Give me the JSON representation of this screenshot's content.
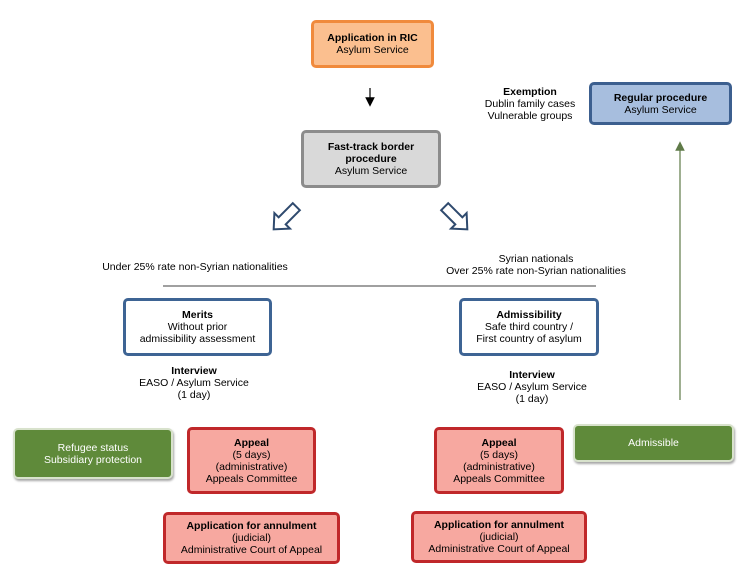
{
  "application": {
    "title": "Application in RIC",
    "sub": "Asylum Service"
  },
  "fasttrack": {
    "title": "Fast-track border procedure",
    "sub": "Asylum Service"
  },
  "exemption": {
    "title": "Exemption",
    "line1": "Dublin family cases",
    "line2": "Vulnerable groups"
  },
  "regular": {
    "title": "Regular procedure",
    "sub": "Asylum Service"
  },
  "left_branch": {
    "label": "Under 25% rate non-Syrian nationalities"
  },
  "right_branch": {
    "line1": "Syrian nationals",
    "line2": "Over 25% rate non-Syrian nationalities"
  },
  "merits": {
    "title": "Merits",
    "line1": "Without prior",
    "line2": "admissibility assessment"
  },
  "admissibility": {
    "title": "Admissibility",
    "line1": "Safe third country /",
    "line2": "First country of asylum"
  },
  "interview_left": {
    "title": "Interview",
    "line1": "EASO / Asylum Service",
    "line2": "(1 day)"
  },
  "interview_right": {
    "title": "Interview",
    "line1": "EASO / Asylum Service",
    "line2": "(1 day)"
  },
  "refugee": {
    "line1": "Refugee status",
    "line2": "Subsidiary protection"
  },
  "appeal_left": {
    "title": "Appeal",
    "line1": "(5 days)",
    "line2": "(administrative)",
    "line3": "Appeals Committee"
  },
  "appeal_right": {
    "title": "Appeal",
    "line1": "(5 days)",
    "line2": "(administrative)",
    "line3": "Appeals Committee"
  },
  "admissible": {
    "label": "Admissible"
  },
  "annul_left": {
    "title": "Application for annulment",
    "line1": "(judicial)",
    "line2": "Administrative Court of Appeal"
  },
  "annul_right": {
    "title": "Application for annulment",
    "line1": "(judicial)",
    "line2": "Administrative Court of Appeal"
  }
}
